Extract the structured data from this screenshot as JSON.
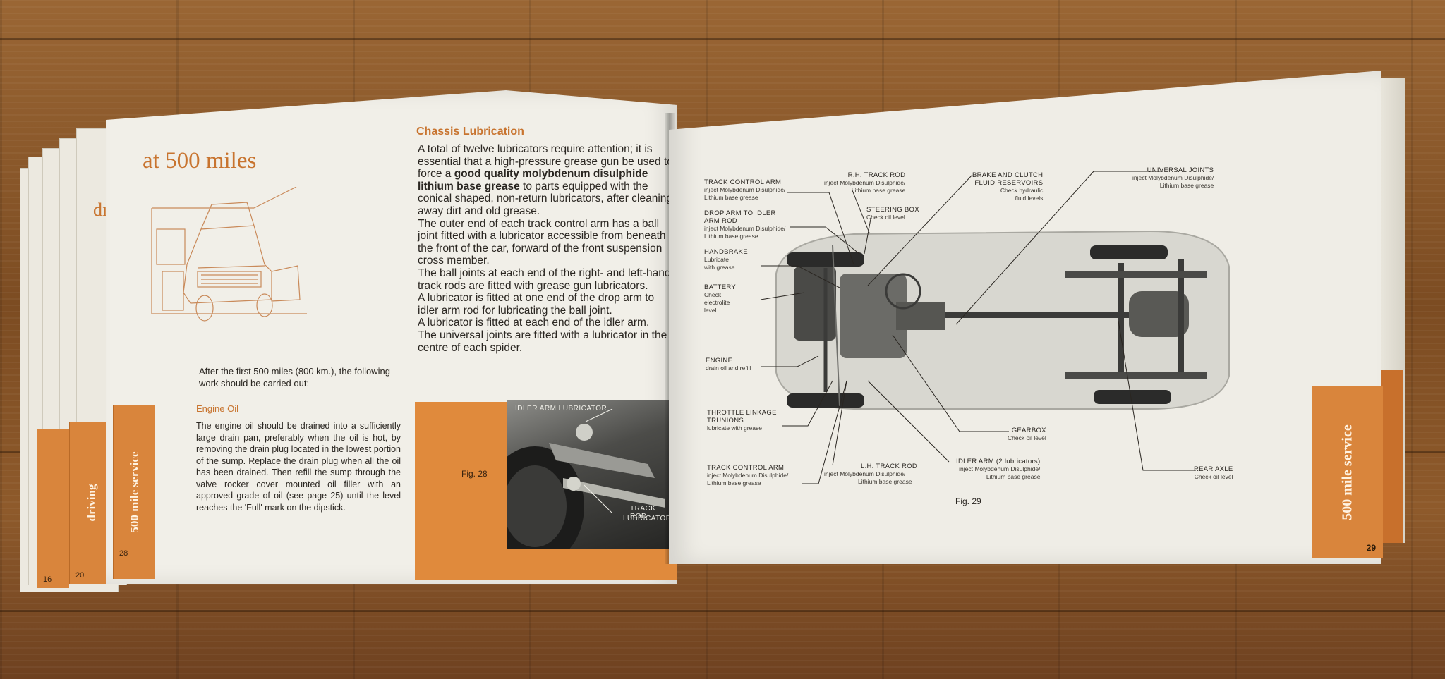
{
  "left_tabs": [
    {
      "label": "driving",
      "number": "20"
    },
    {
      "label": "500 mile service",
      "number": "28"
    }
  ],
  "left_tab_small_number": "16",
  "partial_heading": "dı",
  "left_page": {
    "title": "at 500 miles",
    "intro": "After the first 500 miles (800 km.), the following work should be carried out:—",
    "engine_oil_heading": "Engine Oil",
    "engine_oil_text": "The engine oil should be drained into a sufficiently large drain pan, preferably when the oil is hot, by removing the drain plug located in the lowest portion of the sump. Replace the drain plug when all the oil has been drained. Then refill the sump through the valve rocker cover mounted oil filler with an approved grade of oil (see page 25) until the level reaches the 'Full' mark on the dipstick.",
    "chassis_heading": "Chassis Lubrication",
    "chassis_p1_a": "A total of twelve lubricators require attention; it is essential that a high-pressure grease gun be used to force a ",
    "chassis_p1_bold": "good quality molybdenum disulphide lithium base grease",
    "chassis_p1_b": " to parts equipped with the conical shaped, non-return lubricators, after cleaning away dirt and old grease.",
    "chassis_p2": "The outer end of each track control arm has a ball joint fitted with a lubricator accessible from beneath the front of the car, forward of the front suspension cross member.",
    "chassis_p3": "The ball joints at each end of the right- and left-hand track rods are fitted with grease gun lubricators.",
    "chassis_p4": "A lubricator is fitted at one end of the drop arm to idler arm rod for lubricating the ball joint.",
    "chassis_p5": "A lubricator is fitted at each end of the idler arm.",
    "chassis_p6": "The universal joints are fitted with a lubricator in the centre of each spider.",
    "fig28_label": "Fig. 28",
    "fig28_callout_top": "IDLER ARM LUBRICATOR",
    "fig28_callout_bottom_1": "TRACK ROD",
    "fig28_callout_bottom_2": "LUBRICATORS"
  },
  "right_page": {
    "labels": {
      "track_control_arm_top": {
        "title": "TRACK CONTROL ARM",
        "lines": [
          "inject Molybdenum Disulphide/",
          "Lithium base grease"
        ]
      },
      "rh_track_rod": {
        "title": "R.H. TRACK ROD",
        "lines": [
          "inject Molybdenum Disulphide/",
          "Lithium base grease"
        ]
      },
      "brake_clutch": {
        "title": "BRAKE AND CLUTCH",
        "title2": "FLUID RESERVOIRS",
        "lines": [
          "Check hydraulic",
          "fluid levels"
        ]
      },
      "universal_joints": {
        "title": "UNIVERSAL JOINTS",
        "lines": [
          "inject Molybdenum Disulphide/",
          "Lithium base grease"
        ]
      },
      "drop_arm": {
        "title": "DROP ARM TO IDLER",
        "title2": "ARM ROD",
        "lines": [
          "inject Molybdenum Disulphide/",
          "Lithium base grease"
        ]
      },
      "steering_box": {
        "title": "STEERING BOX",
        "lines": [
          "Check oil level"
        ]
      },
      "handbrake": {
        "title": "HANDBRAKE",
        "lines": [
          "Lubricate",
          "with grease"
        ]
      },
      "battery": {
        "title": "BATTERY",
        "lines": [
          "Check",
          "electrolite",
          "level"
        ]
      },
      "engine": {
        "title": "ENGINE",
        "lines": [
          "drain oil and refill"
        ]
      },
      "throttle": {
        "title": "THROTTLE LINKAGE",
        "title2": "TRUNIONS",
        "lines": [
          "lubricate with grease"
        ]
      },
      "gearbox": {
        "title": "GEARBOX",
        "lines": [
          "Check oil level"
        ]
      },
      "track_control_arm_bottom": {
        "title": "TRACK CONTROL ARM",
        "lines": [
          "inject Molybdenum Disulphide/",
          "Lithium base grease"
        ]
      },
      "lh_track_rod": {
        "title": "L.H. TRACK ROD",
        "lines": [
          "inject Molybdenum Disulphide/",
          "Lithium base grease"
        ]
      },
      "idler_arm": {
        "title": "IDLER ARM (2 lubricators)",
        "lines": [
          "inject Molybdenum Disulphide/",
          "Lithium base grease"
        ]
      },
      "rear_axle": {
        "title": "REAR AXLE",
        "lines": [
          "Check oil level"
        ]
      }
    },
    "fig29_label": "Fig. 29",
    "tab_label": "500 mile service",
    "page_number": "29"
  }
}
